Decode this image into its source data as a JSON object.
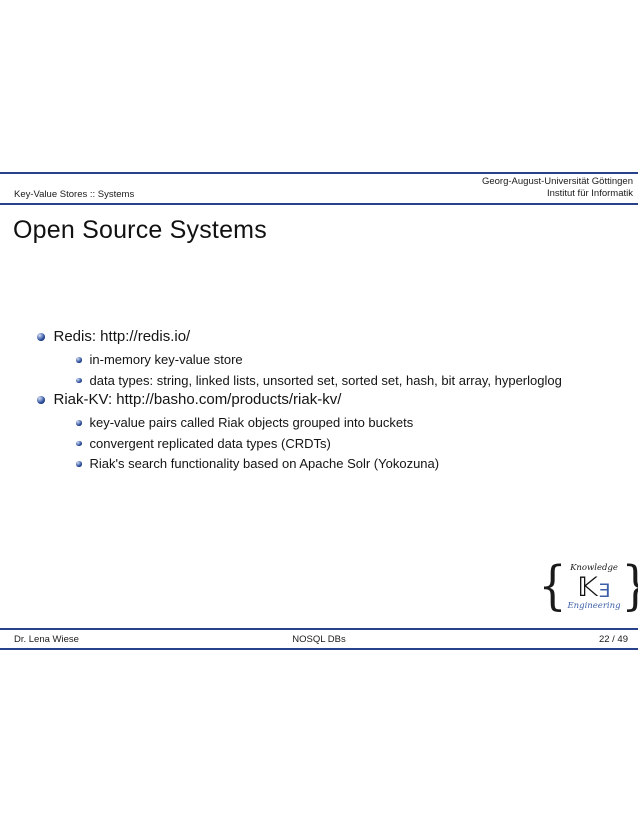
{
  "colors": {
    "structure_navy": "#27428a",
    "text": "#1a1a1a",
    "logo_blue": "#3d5fa8",
    "background": "#ffffff"
  },
  "header": {
    "left": "Key-Value Stores :: Systems",
    "right_line1": "Georg-August-Universität Göttingen",
    "right_line2": "Institut für Informatik"
  },
  "title": "Open Source Systems",
  "list": [
    {
      "label": "Redis: http://redis.io/",
      "children": [
        "in-memory key-value store",
        "data types: string, linked lists, unsorted set, sorted set, hash, bit array, hyperloglog"
      ]
    },
    {
      "label": "Riak-KV: http://basho.com/products/riak-kv/",
      "children": [
        "key-value pairs called Riak objects grouped into buckets",
        "convergent replicated data types (CRDTs)",
        "Riak's search functionality based on Apache Solr (Yokozuna)"
      ]
    }
  ],
  "logo": {
    "left_brace": "{",
    "right_brace": "}",
    "top": "Knowledge",
    "k_glyph": "𝕂",
    "e_glyph": "Ǝ",
    "bottom": "Engineering"
  },
  "footer": {
    "author": "Dr. Lena Wiese",
    "center": "NOSQL DBs",
    "page": "22 / 49"
  }
}
